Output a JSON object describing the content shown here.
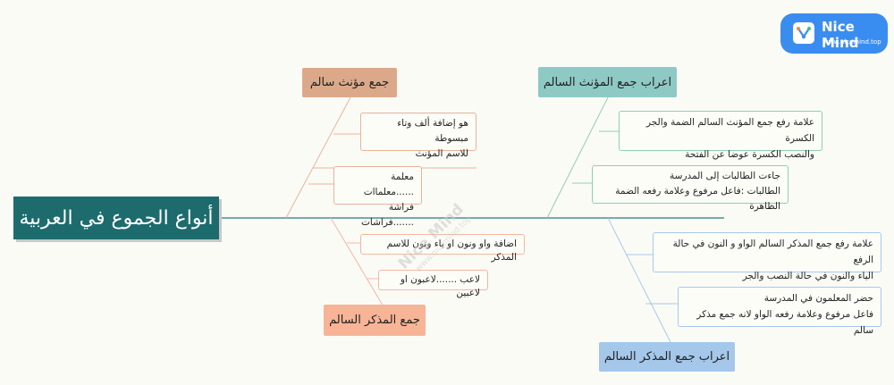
{
  "root": {
    "title": "أنواع الجموع في العربية"
  },
  "branches": {
    "fem": {
      "title": "جمع مؤنث سالم",
      "leaves": [
        [
          "هو إضافة ألف وتاء مبسوطة",
          "للاسم المؤنث"
        ],
        [
          "معلمة ......معلماات",
          "فراشة .......فراشات"
        ]
      ]
    },
    "fem_irab": {
      "title": "اعراب جمع المؤنث السالم",
      "leaves": [
        [
          "علامة رفع جمع المؤنث السالم الضمة والجر الكسرة",
          "والنصب الكسرة عوضا عن الفتحة"
        ],
        [
          "جاءت الطالبات إلى المدرسة",
          "الطالبات :فاعل مرفوع وعلامة رفعه الضمة الظاهرة"
        ]
      ]
    },
    "masc": {
      "title": "جمع المذكر السالم",
      "leaves": [
        [
          "اضافة واو ونون او ياء ونون للاسم المذكر"
        ],
        [
          "لاعب .......لاعبون او لاعبين"
        ]
      ]
    },
    "masc_irab": {
      "title": "اعراب جمع المذكر السالم",
      "leaves": [
        [
          "علامة رفع جمع المذكر السالم الواو و النون في حالة الرفع",
          "الياء والنون في حالة النصب والجر"
        ],
        [
          "حضر المعلمون في المدرسة",
          "فاعل مرفوع  وعلامة رفعه الواو لانه جمع مذكر سالم"
        ]
      ]
    }
  },
  "logo": {
    "title": "Nice Mind",
    "url": "www.nicemind.top"
  },
  "watermark": {
    "title": "Nice Mind",
    "url": "www.nicemind.top"
  },
  "colors": {
    "root": "#1e6b6e",
    "fem": "#dba98a",
    "fem_irab": "#8ec9c4",
    "masc": "#f7b497",
    "masc_irab": "#a4c7ea"
  }
}
